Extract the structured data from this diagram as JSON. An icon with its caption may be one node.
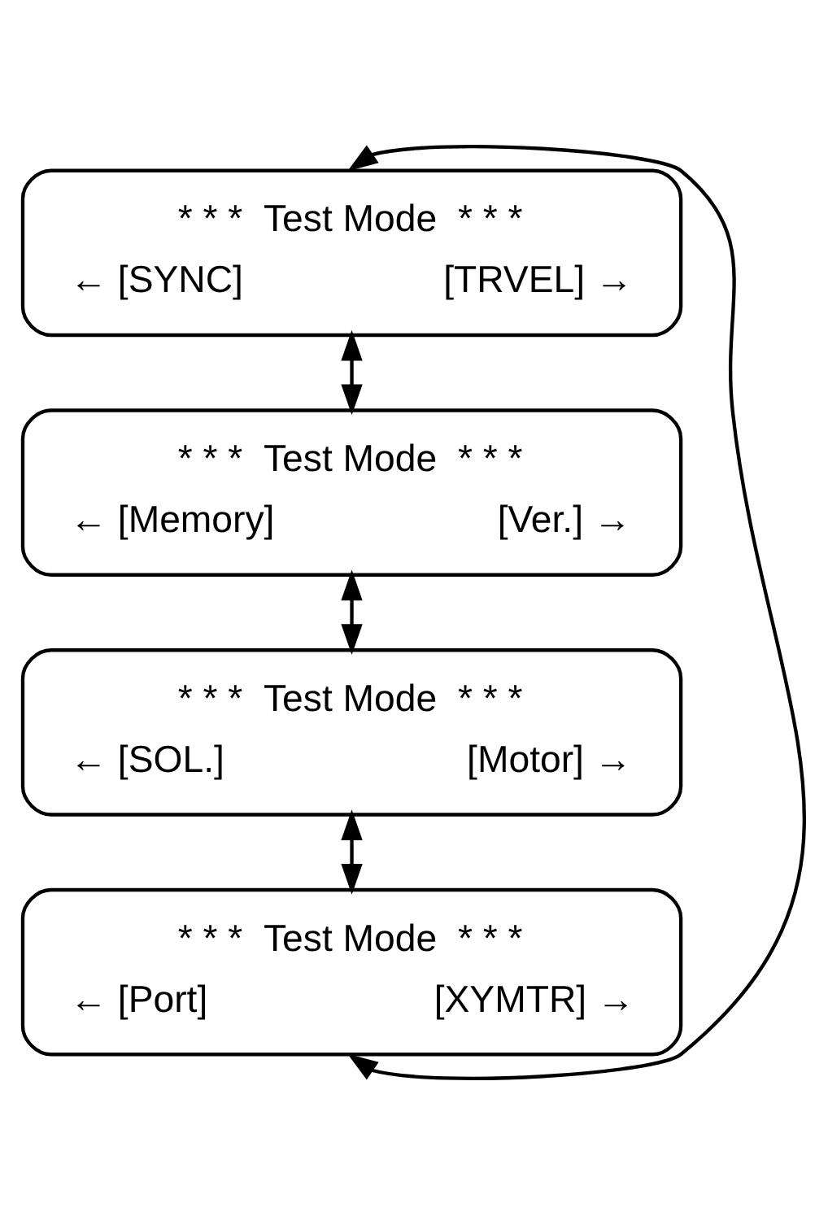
{
  "diagram": {
    "nodes": [
      {
        "text": [
          "* * *  Test Mode  * * *",
          "← [SYNC]",
          "[TRVEL] →"
        ]
      },
      {
        "text": [
          "* * *  Test Mode  * * *",
          "← [Memory]",
          "[Ver.] →"
        ]
      },
      {
        "text": [
          "* * *  Test Mode  * * *",
          "← [SOL.]",
          "[Motor] →"
        ]
      },
      {
        "text": [
          "* * *  Test Mode  * * *",
          "← [Port]",
          "[XYMTR] →"
        ]
      }
    ],
    "edges": [
      {
        "from": 0,
        "to": 1,
        "arrow": "both"
      },
      {
        "from": 1,
        "to": 2,
        "arrow": "both"
      },
      {
        "from": 2,
        "to": 3,
        "arrow": "both"
      },
      {
        "from": 3,
        "to": 0,
        "arrow": "both"
      }
    ]
  }
}
